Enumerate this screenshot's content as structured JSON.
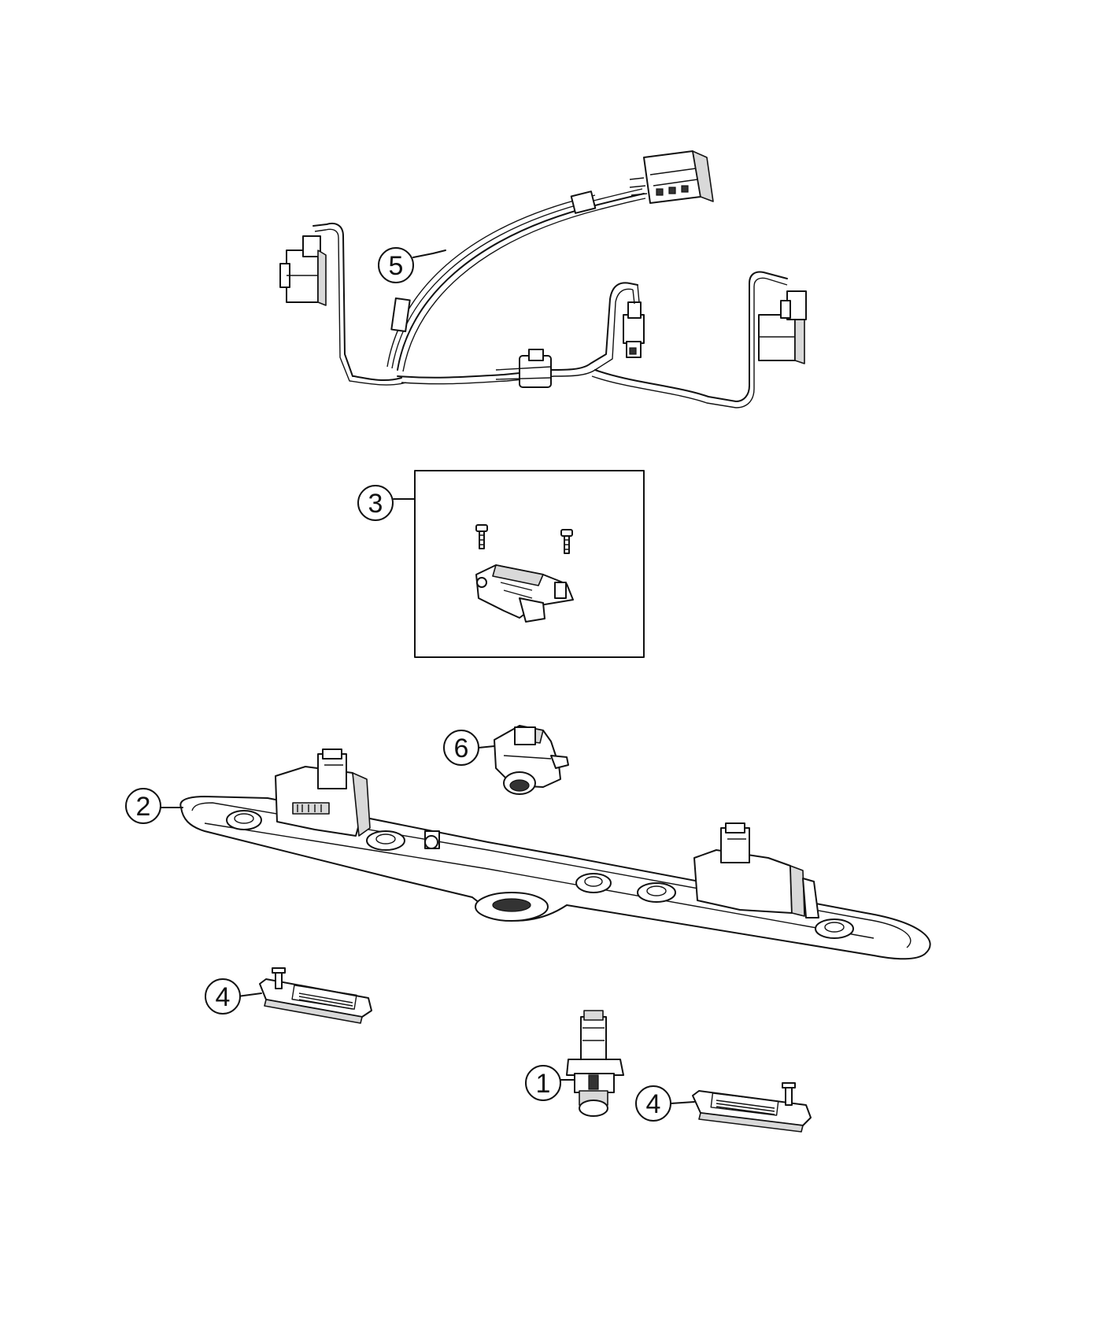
{
  "diagram": {
    "callouts": [
      {
        "id": "c5",
        "label": "5",
        "part": "wiring-harness"
      },
      {
        "id": "c3",
        "label": "3",
        "part": "camera-kit-box"
      },
      {
        "id": "c6",
        "label": "6",
        "part": "camera"
      },
      {
        "id": "c2",
        "label": "2",
        "part": "tailgate-handle-bar"
      },
      {
        "id": "c4a",
        "label": "4",
        "part": "license-lamp-left"
      },
      {
        "id": "c1",
        "label": "1",
        "part": "switch"
      },
      {
        "id": "c4b",
        "label": "4",
        "part": "license-lamp-right"
      }
    ]
  }
}
